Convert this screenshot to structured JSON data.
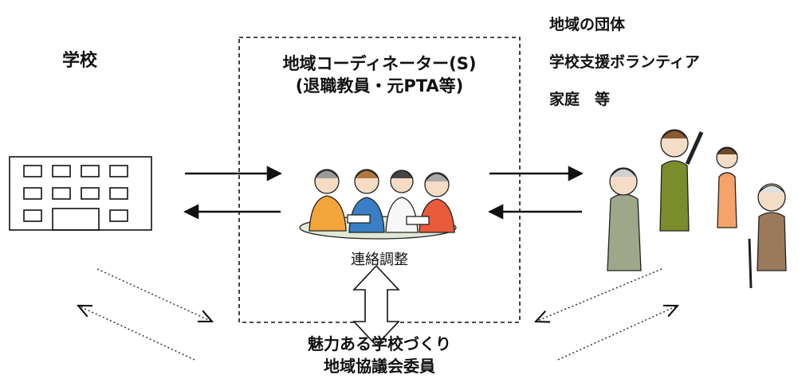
{
  "school": {
    "label": "学校"
  },
  "coordinator": {
    "title_line1": "地域コーディネーター(S)",
    "title_line2": "(退職教員・元PTA等)",
    "activity": "連絡調整"
  },
  "community": {
    "line1": "地域の団体",
    "line2": "学校支援ボランティア",
    "line3": "家庭　等"
  },
  "council": {
    "line1": "魅力ある学校づくり",
    "line2": "地域協議会委員"
  }
}
